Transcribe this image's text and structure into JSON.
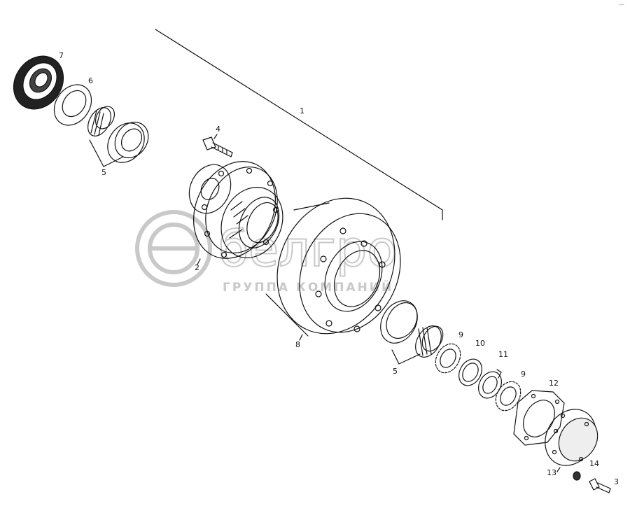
{
  "watermark": {
    "brand": "белгро",
    "tagline": "ГРУППА КОМПАНИЙ"
  },
  "corner_mark": "—",
  "callouts": {
    "c1": "1",
    "c2": "2",
    "c3": "3",
    "c4": "4",
    "c5a": "5",
    "c5b": "5",
    "c6": "6",
    "c7": "7",
    "c8": "8",
    "c9a": "9",
    "c9b": "9",
    "c10": "10",
    "c11": "11",
    "c12": "12",
    "c13": "13",
    "c14": "14"
  },
  "colors": {
    "ink": "#111111",
    "watermark": "#c9c9c9"
  }
}
